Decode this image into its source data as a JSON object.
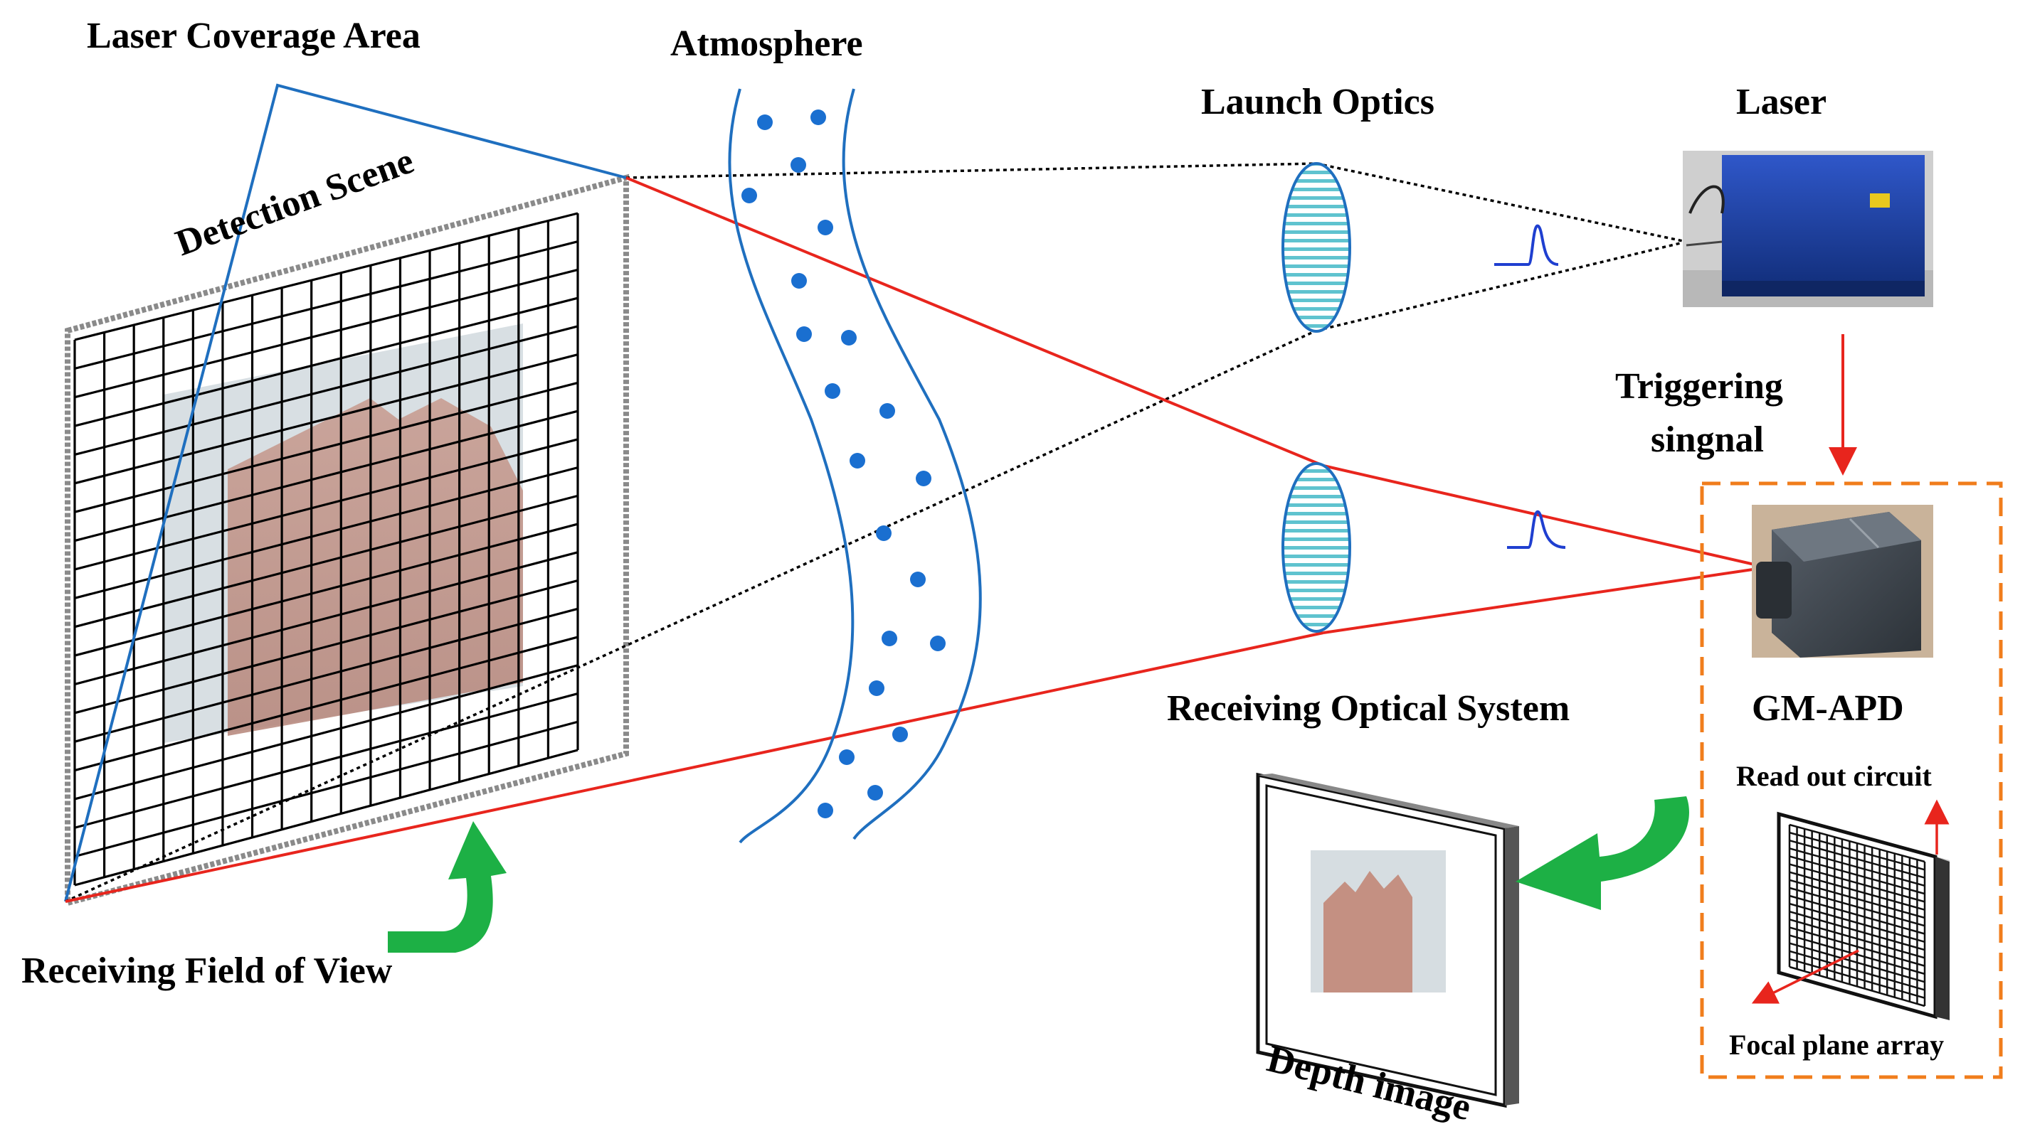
{
  "labels": {
    "laser_coverage_area": "Laser Coverage Area",
    "atmosphere": "Atmosphere",
    "launch_optics": "Launch Optics",
    "laser": "Laser",
    "detection_scene": "Detection Scene",
    "triggering_signal_line1": "Triggering",
    "triggering_signal_line2": "singnal",
    "receiving_optical_system": "Receiving Optical System",
    "gm_apd": "GM-APD",
    "read_out_circuit": "Read out circuit",
    "focal_plane_array": "Focal plane array",
    "depth_image": "Depth image",
    "receiving_field_of_view": "Receiving Field of View"
  },
  "colors": {
    "coverage_line": "#1f6fbf",
    "receive_line": "#e8251d",
    "launch_beam": "#000000",
    "lens_fill": "#5fc3cf",
    "lens_stroke": "#1f6fbf",
    "atmosphere_line": "#1f6fbf",
    "particle": "#1a6fd0",
    "arrow_green": "#1db045",
    "gm_apd_box": "#f07d1c",
    "pulse": "#1f3fd0"
  },
  "icons": {
    "laser": "laser-device-photo",
    "gm_apd": "gm-apd-camera-photo",
    "focal_plane": "focal-plane-array-grid",
    "depth_image": "depth-image-monitor"
  }
}
